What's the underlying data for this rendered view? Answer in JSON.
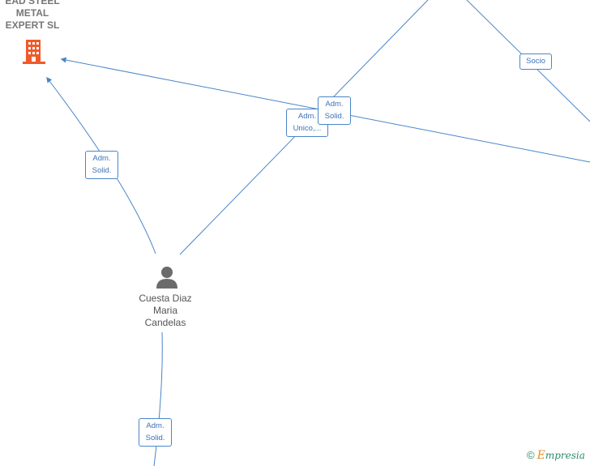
{
  "company": {
    "name_lines": [
      "EAD STEEL",
      "METAL",
      "EXPERT  SL"
    ],
    "icon": "building-icon",
    "icon_color": "#f05a28"
  },
  "person": {
    "name_lines": [
      "Cuesta Diaz",
      "Maria",
      "Candelas"
    ],
    "icon": "person-icon",
    "icon_color": "#6b6b6b"
  },
  "edge_labels": [
    {
      "id": "adm-solid-left",
      "lines": [
        "Adm.",
        "Solid."
      ]
    },
    {
      "id": "adm-unico",
      "lines": [
        "Adm.",
        "Unico,..."
      ]
    },
    {
      "id": "adm-solid-center",
      "lines": [
        "Adm.",
        "Solid."
      ]
    },
    {
      "id": "socio",
      "lines": [
        "Socio"
      ]
    },
    {
      "id": "adm-solid-bottom",
      "lines": [
        "Adm.",
        "Solid."
      ]
    }
  ],
  "colors": {
    "edge": "#4a86c8",
    "label_text": "#3d72b6"
  },
  "brand": {
    "copyright": "©",
    "e": "E",
    "rest": "mpresia"
  }
}
